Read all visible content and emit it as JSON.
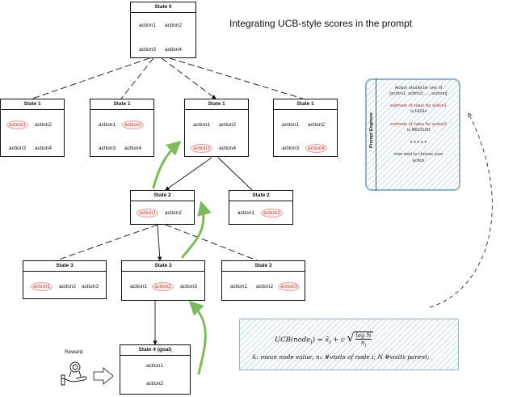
{
  "title": "Integrating UCB-style scores in the prompt",
  "tree": {
    "root": {
      "label": "State 0",
      "actions": [
        "action1",
        "action2",
        "action3",
        "action4"
      ]
    },
    "level1": [
      {
        "label": "State 1",
        "actions": [
          "action1",
          "action2",
          "action3",
          "action4"
        ],
        "highlight": "action1"
      },
      {
        "label": "State 1",
        "actions": [
          "action1",
          "action2",
          "action3",
          "action4"
        ],
        "highlight": "action2"
      },
      {
        "label": "State 1",
        "actions": [
          "action1",
          "action2",
          "action3",
          "action4"
        ],
        "highlight": "action3"
      },
      {
        "label": "State 1",
        "actions": [
          "action1",
          "action2",
          "action3",
          "action4"
        ],
        "highlight": "action4"
      }
    ],
    "level2": [
      {
        "label": "State 2",
        "actions": [
          "action1",
          "action2"
        ],
        "highlight": "action1"
      },
      {
        "label": "State 2",
        "actions": [
          "action1",
          "action2"
        ],
        "highlight": "action2"
      }
    ],
    "level3": [
      {
        "label": "State 3",
        "actions": [
          "action1",
          "action2",
          "action3"
        ],
        "highlight": "action1"
      },
      {
        "label": "State 3",
        "actions": [
          "action1",
          "action2",
          "action3"
        ],
        "highlight": "action2"
      },
      {
        "label": "State 3",
        "actions": [
          "action1",
          "action2",
          "action3"
        ],
        "highlight": "action3"
      }
    ],
    "goal": {
      "label": "State 4 (goal)",
      "actions": [
        "action1",
        "action2"
      ]
    }
  },
  "reward": {
    "label": "Reward"
  },
  "prompt": {
    "side_label": "Prompt Engineer",
    "lines": [
      {
        "text": "Action should be one of",
        "color": "normal"
      },
      {
        "text": "[action1, action2, ..., actionn]",
        "color": "normal"
      },
      {
        "text": "estimate of value for action1",
        "color": "red"
      },
      {
        "text": "is HIGH",
        "color": "normal"
      },
      {
        "text": "estimate of value for action2",
        "color": "red"
      },
      {
        "text": "is MEDIUM",
        "color": "normal"
      },
      {
        "text": "• • • • •",
        "color": "normal"
      },
      {
        "text": "now start to choose your",
        "color": "normal"
      },
      {
        "text": "action",
        "color": "normal"
      }
    ]
  },
  "ucb": {
    "lhs": "UCB(node",
    "sub_i": "i",
    "eq": ") = x̄",
    "plus_c": " + c",
    "log_n": "log N",
    "n_i": "n",
    "legend": "x̄ᵢ: mean node value; nᵢ: #visits of node i; N #visits parent;"
  },
  "colors": {
    "accent_green": "#7dbb5a",
    "highlight_red": "#c0392b",
    "prompt_blue": "#8fb3c9"
  }
}
